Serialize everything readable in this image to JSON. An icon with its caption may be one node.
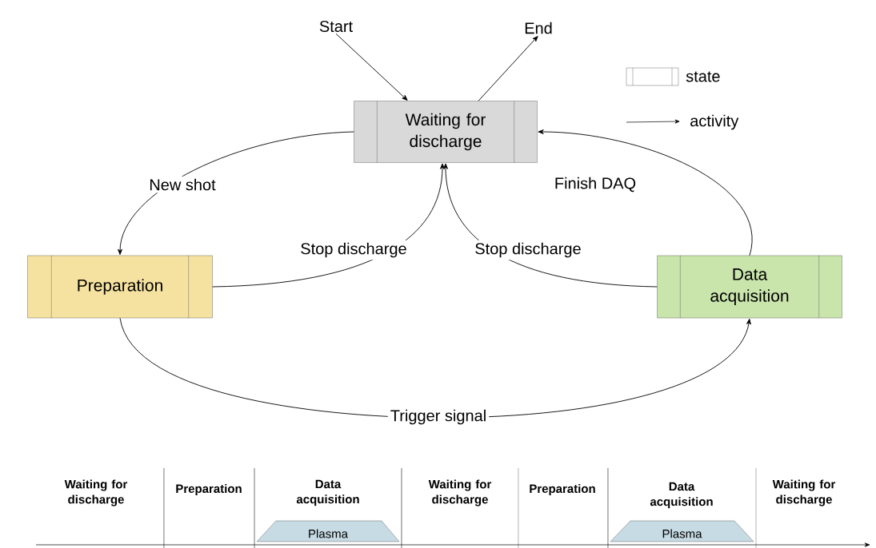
{
  "diagram": {
    "nodes": [
      {
        "text": [
          "Waiting for discharge"
        ]
      },
      {
        "text": [
          "Preparation"
        ]
      },
      {
        "text": [
          "Data acquisition"
        ]
      },
      {
        "text": [
          "Start"
        ]
      },
      {
        "text": [
          "End"
        ]
      },
      {
        "text": [
          "Plasma"
        ]
      },
      {
        "text": [
          "Plasma"
        ]
      }
    ],
    "edges": [
      {
        "from": 3,
        "to": 0,
        "arrow": "to"
      },
      {
        "from": 0,
        "to": 4,
        "arrow": "to"
      },
      {
        "from": 0,
        "to": 1,
        "arrow": "to",
        "label": "New shot"
      },
      {
        "from": 1,
        "to": 0,
        "arrow": "to",
        "label": "Stop discharge"
      },
      {
        "from": 2,
        "to": 0,
        "arrow": "to",
        "label": "Stop discharge"
      },
      {
        "from": 2,
        "to": 0,
        "arrow": "to",
        "label": "Finish DAQ"
      },
      {
        "from": 1,
        "to": 2,
        "arrow": "to",
        "label": "Trigger signal"
      }
    ],
    "labels": [
      "Waiting for discharge",
      "Preparation",
      "Data acquisition",
      "Waiting for discharge",
      "Preparation",
      "Data acquisition",
      "Waiting for discharge"
    ],
    "legend": [
      {
        "text": "state"
      },
      {
        "text": "activity"
      }
    ]
  }
}
